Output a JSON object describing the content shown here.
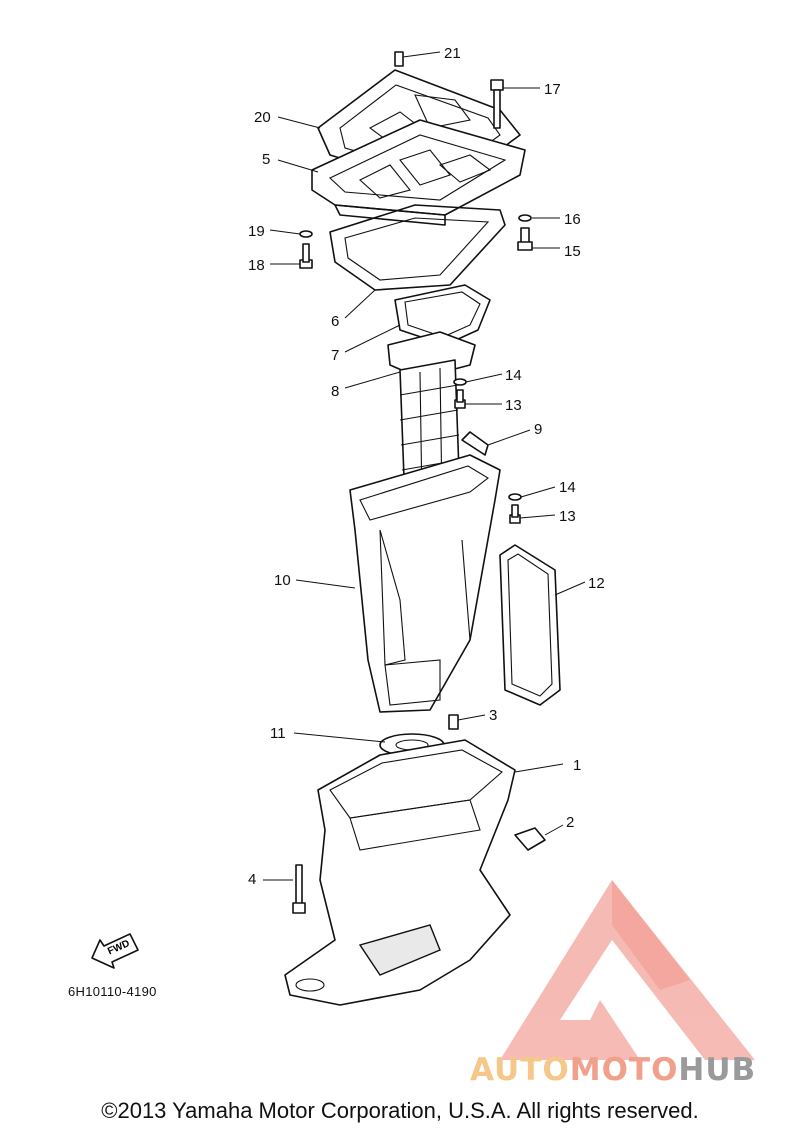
{
  "labels": [
    "1",
    "2",
    "3",
    "4",
    "5",
    "6",
    "7",
    "8",
    "9",
    "10",
    "11",
    "12",
    "13",
    "13",
    "14",
    "14",
    "15",
    "16",
    "17",
    "18",
    "19",
    "20",
    "21"
  ],
  "diagram_code": "6H10110-4190",
  "fwd_label": "FWD",
  "watermark": {
    "part1": "AUTO",
    "part2": "MOTO",
    "part3": "HUB"
  },
  "copyright": "©2013 Yamaha Motor Corporation, U.S.A. All rights reserved.",
  "colors": {
    "logo_red": "#f4a49c",
    "logo_orange": "#f5c88a",
    "logo_gray": "#9a9a9a"
  }
}
